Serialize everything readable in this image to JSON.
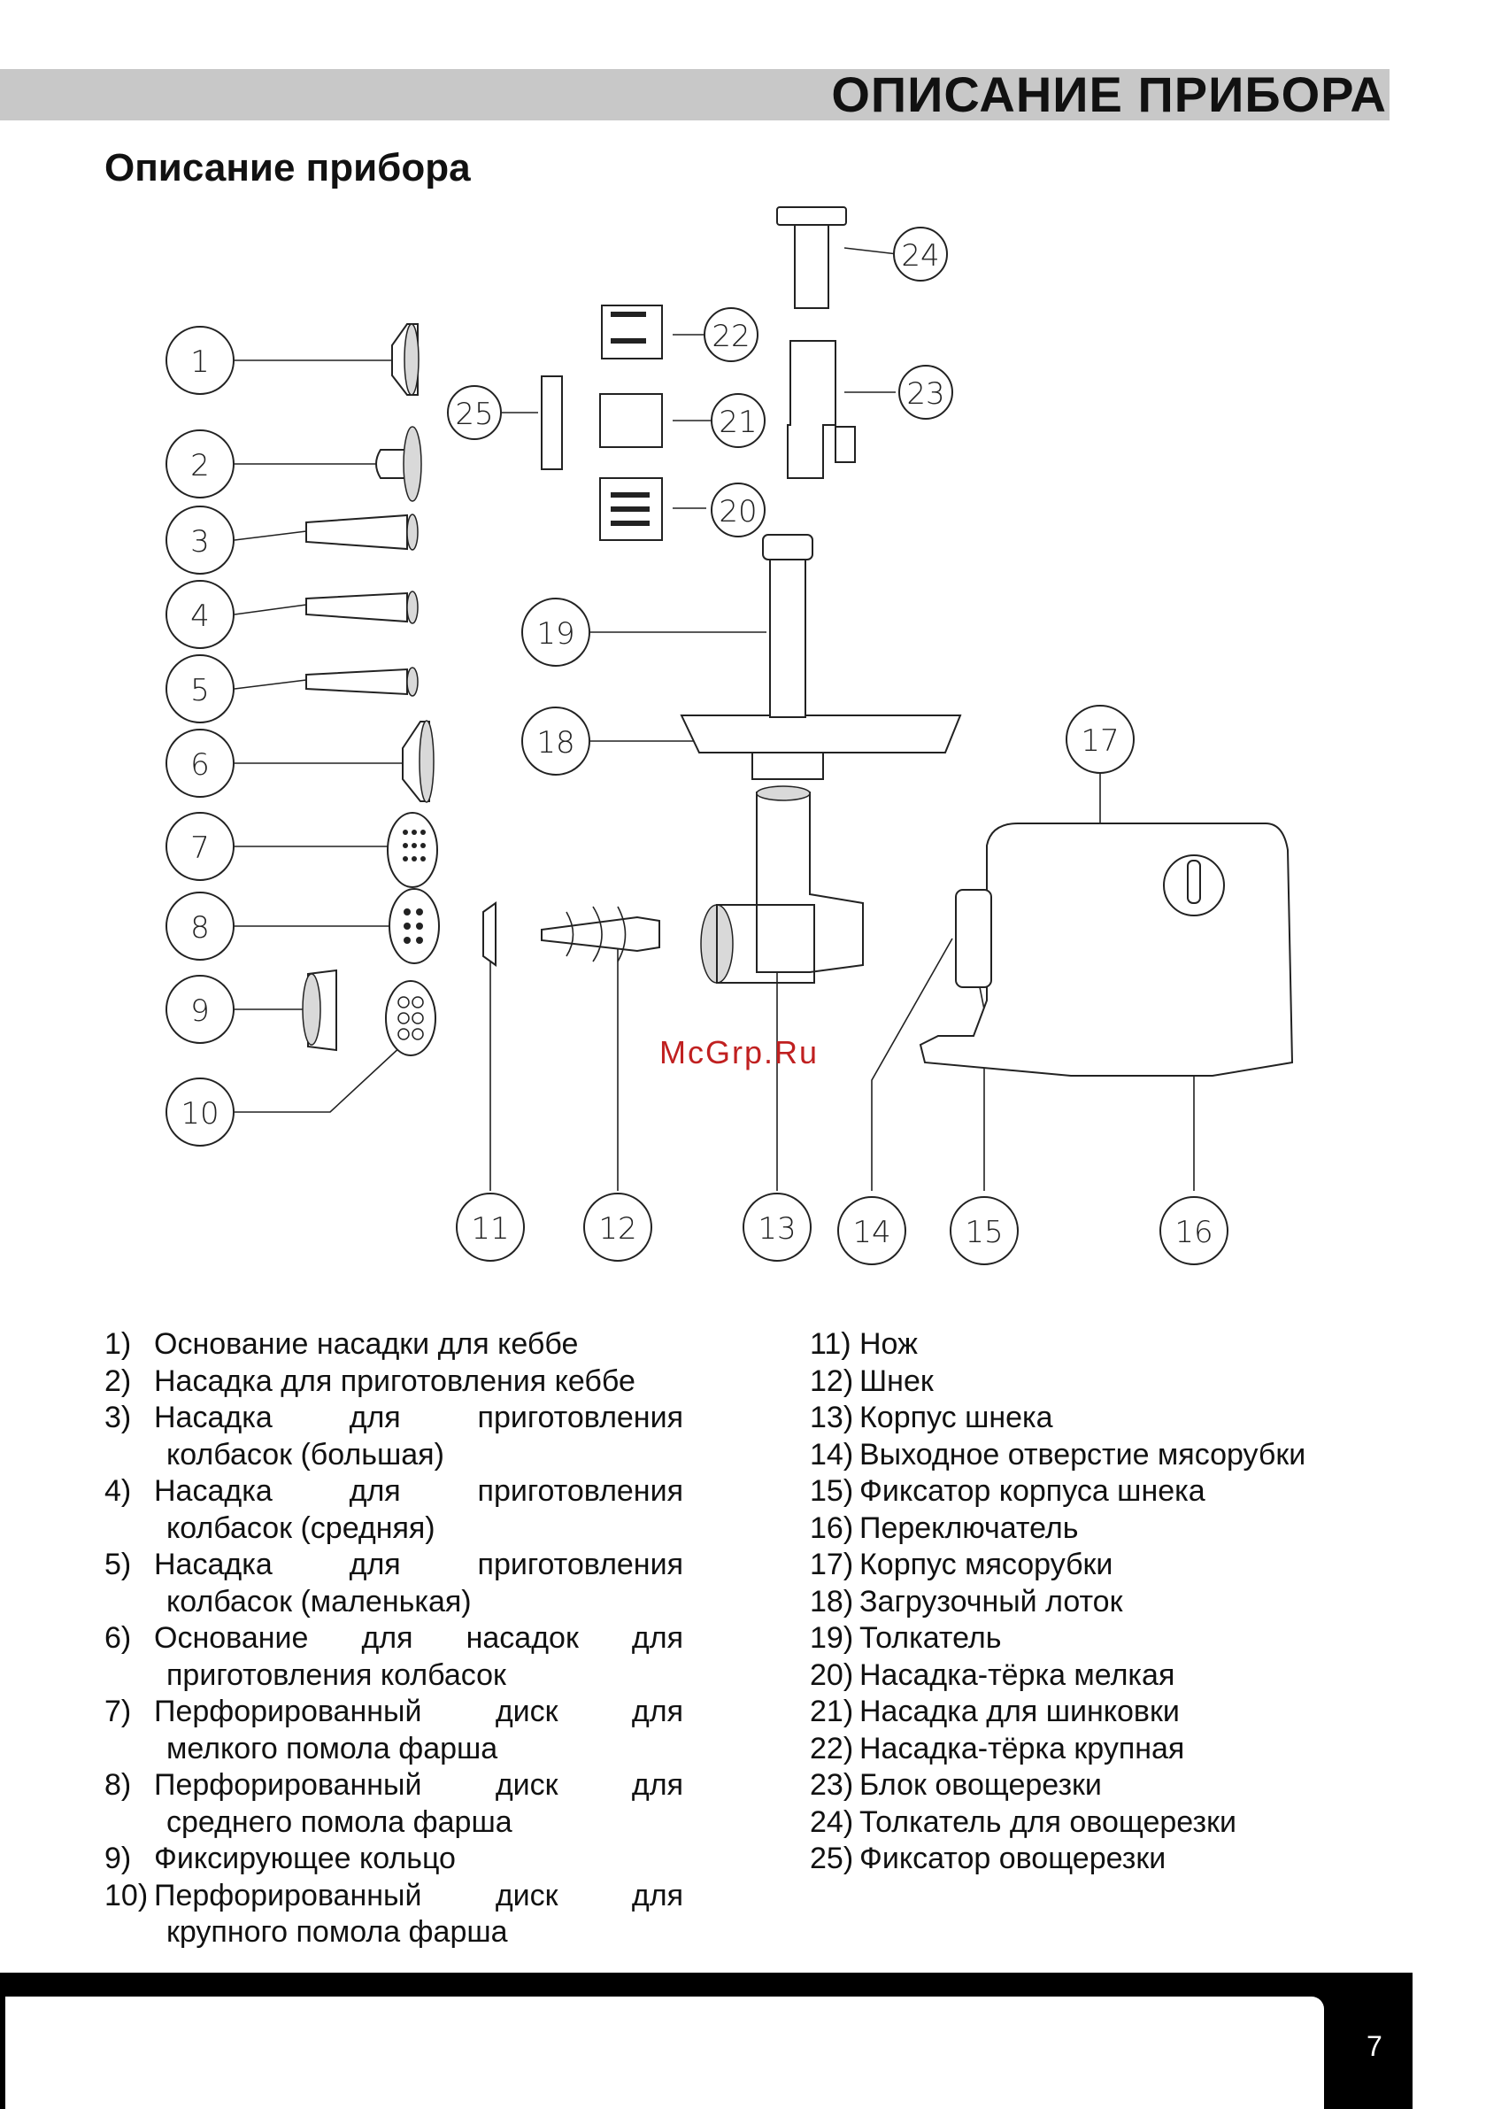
{
  "header": {
    "title": "ОПИСАНИЕ ПРИБОРА"
  },
  "section": {
    "title": "Описание прибора"
  },
  "watermark": "McGrp.Ru",
  "callouts": [
    "1",
    "2",
    "3",
    "4",
    "5",
    "6",
    "7",
    "8",
    "9",
    "10",
    "11",
    "12",
    "13",
    "14",
    "15",
    "16",
    "17",
    "18",
    "19",
    "20",
    "21",
    "22",
    "23",
    "24",
    "25"
  ],
  "parts_left": [
    {
      "num": "1)",
      "text": "Основание насадки для кеббе",
      "cont": ""
    },
    {
      "num": "2)",
      "text": "Насадка для приготовления  кеббе",
      "cont": ""
    },
    {
      "num": "3)",
      "text": "Насадка для приготовления",
      "cont": "колбасок (большая)"
    },
    {
      "num": "4)",
      "text": "Насадка для приготовления",
      "cont": "колбасок (средняя)"
    },
    {
      "num": "5)",
      "text": "Насадка для приготовления",
      "cont": "колбасок (маленькая)"
    },
    {
      "num": "6)",
      "text": "Основание для насадок для",
      "cont": "приготовления колбасок"
    },
    {
      "num": "7)",
      "text": "Перфорированный диск для",
      "cont": "мелкого помола фарша"
    },
    {
      "num": "8)",
      "text": "Перфорированный диск для",
      "cont": "среднего помола фарша"
    },
    {
      "num": "9)",
      "text": "Фиксирующее кольцо",
      "cont": ""
    },
    {
      "num": "10)",
      "text": "Перфорированный диск для",
      "cont": "крупного помола фарша"
    }
  ],
  "parts_right": [
    {
      "num": "11)",
      "text": "Нож"
    },
    {
      "num": "12)",
      "text": "Шнек"
    },
    {
      "num": "13)",
      "text": "Корпус шнека"
    },
    {
      "num": "14)",
      "text": "Выходное отверстие мясорубки"
    },
    {
      "num": "15)",
      "text": "Фиксатор корпуса шнека"
    },
    {
      "num": "16)",
      "text": "Переключатель"
    },
    {
      "num": "17)",
      "text": "Корпус мясорубки"
    },
    {
      "num": "18)",
      "text": "Загрузочный лоток"
    },
    {
      "num": "19)",
      "text": "Толкатель"
    },
    {
      "num": "20)",
      "text": "Насадка-тёрка мелкая"
    },
    {
      "num": "21)",
      "text": "Насадка для шинковки"
    },
    {
      "num": "22)",
      "text": "Насадка-тёрка крупная"
    },
    {
      "num": "23)",
      "text": "Блок  овощерезки"
    },
    {
      "num": "24)",
      "text": "Толкатель для овощерезки"
    },
    {
      "num": "25)",
      "text": "Фиксатор овощерезки"
    }
  ],
  "footer": {
    "page_number": "7"
  }
}
